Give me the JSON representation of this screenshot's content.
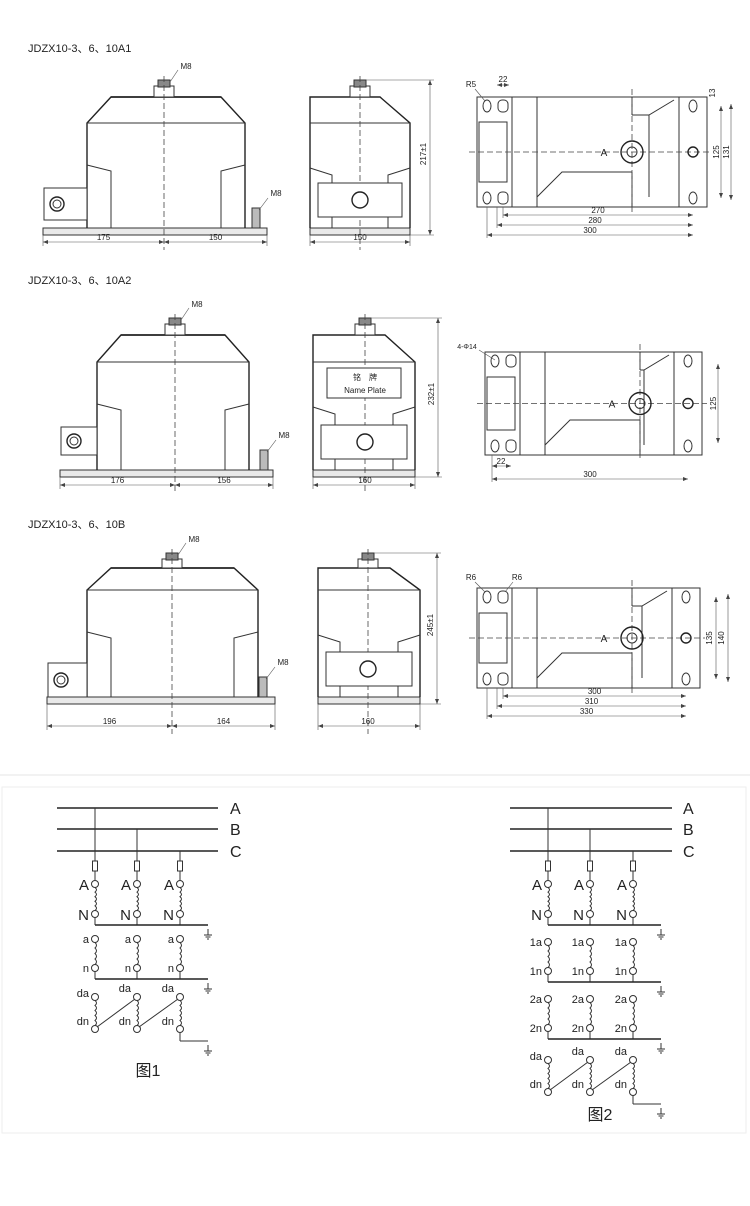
{
  "sections": [
    {
      "title": "JDZX10-3、6、10A1",
      "front": {
        "top_bolt": "M8",
        "ground_bolt": "M8",
        "dims": [
          "175",
          "150"
        ]
      },
      "side": {
        "height": "217±1",
        "width": "150"
      },
      "top": {
        "view_arrow": "A",
        "labels": [
          "R5",
          "22",
          "13",
          "125",
          "131"
        ],
        "dims": [
          "270",
          "280",
          "300"
        ]
      }
    },
    {
      "title": "JDZX10-3、6、10A2",
      "front": {
        "top_bolt": "M8",
        "ground_bolt": "M8",
        "dims": [
          "176",
          "156"
        ]
      },
      "side": {
        "height": "232±1",
        "width": "160",
        "nameplate": [
          "铭　牌",
          "Name Plate"
        ]
      },
      "top": {
        "view_arrow": "A",
        "labels": [
          "4-Φ14",
          "22",
          "125"
        ],
        "dims": [
          "300"
        ]
      }
    },
    {
      "title": "JDZX10-3、6、10B",
      "front": {
        "top_bolt": "M8",
        "ground_bolt": "M8",
        "dims": [
          "196",
          "164"
        ]
      },
      "side": {
        "height": "245±1",
        "width": "160"
      },
      "top": {
        "view_arrow": "A",
        "labels": [
          "R6",
          "R6",
          "135",
          "140"
        ],
        "dims": [
          "300",
          "310",
          "330"
        ]
      }
    }
  ],
  "wiring": [
    {
      "bus": [
        "A",
        "B",
        "C"
      ],
      "primary": [
        "A",
        "N"
      ],
      "secondary": [
        [
          "a",
          "n"
        ]
      ],
      "residual": [
        "da",
        "dn"
      ],
      "caption": "图1"
    },
    {
      "bus": [
        "A",
        "B",
        "C"
      ],
      "primary": [
        "A",
        "N"
      ],
      "secondary": [
        [
          "1a",
          "1n"
        ],
        [
          "2a",
          "2n"
        ]
      ],
      "residual": [
        "da",
        "dn"
      ],
      "caption": "图2"
    }
  ]
}
